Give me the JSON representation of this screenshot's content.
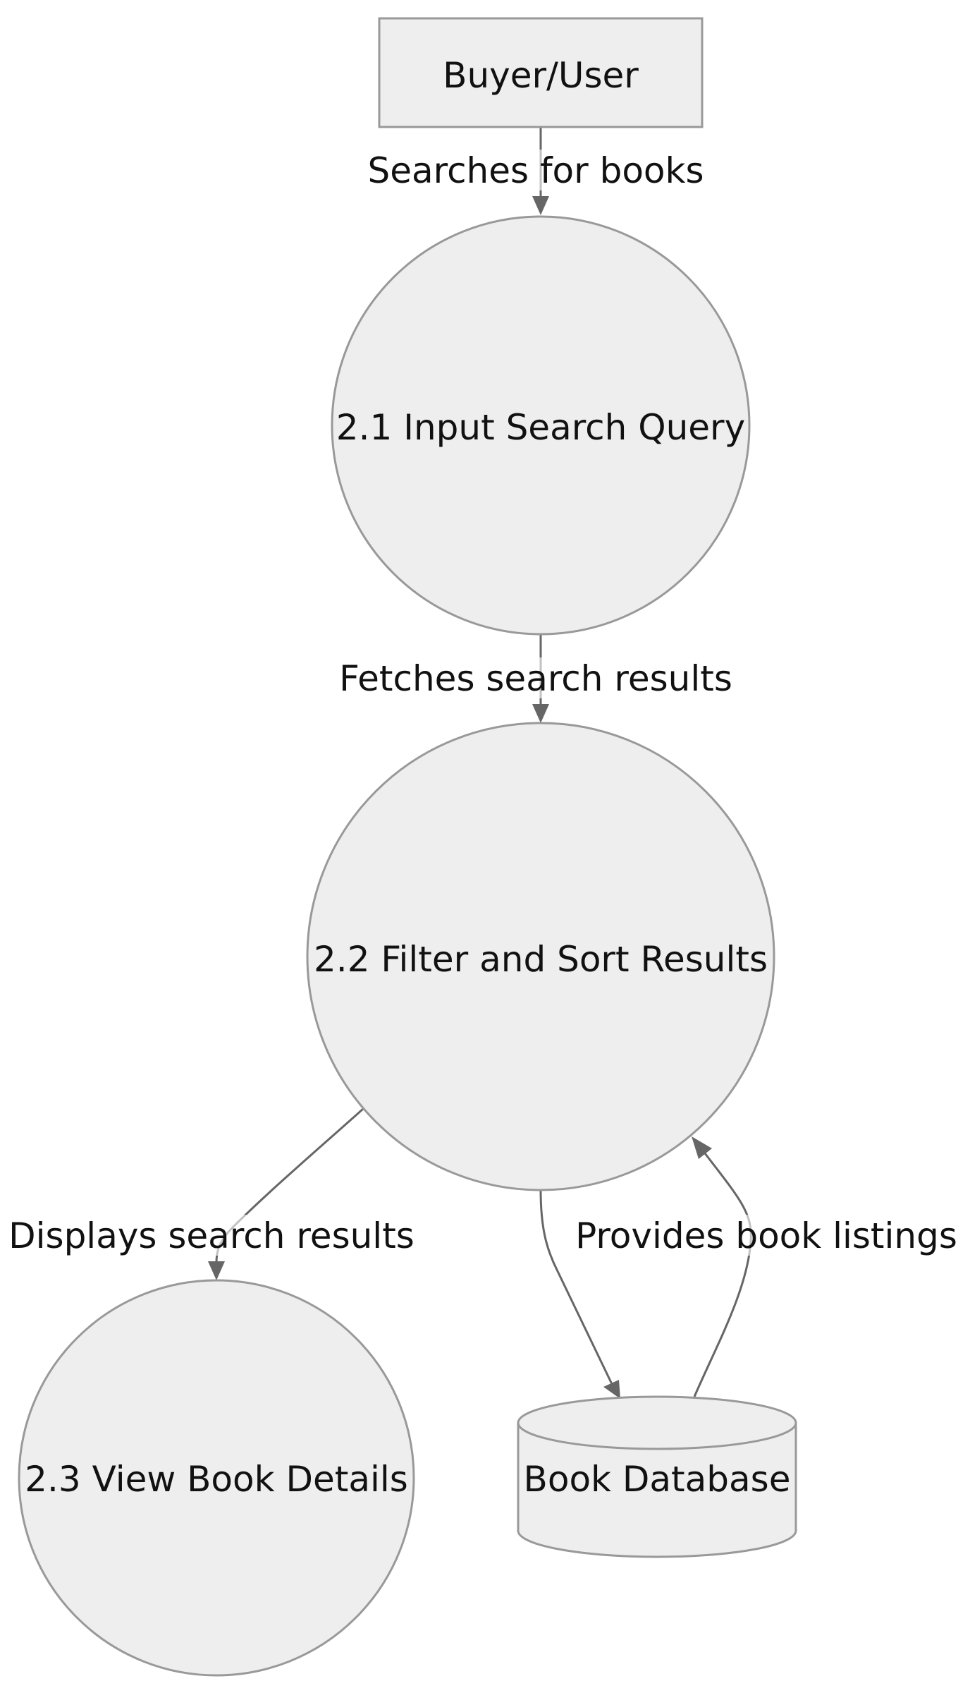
{
  "diagram": {
    "nodes": {
      "buyer": {
        "label": "Buyer/User",
        "shape": "rectangle"
      },
      "input_query": {
        "label": "2.1 Input Search Query",
        "shape": "circle"
      },
      "filter_sort": {
        "label": "2.2 Filter and Sort Results",
        "shape": "circle"
      },
      "view_details": {
        "label": "2.3 View Book Details",
        "shape": "circle"
      },
      "book_db": {
        "label": "Book Database",
        "shape": "cylinder"
      }
    },
    "edges": {
      "searches": {
        "label": "Searches for books",
        "from": "Buyer/User",
        "to": "2.1 Input Search Query"
      },
      "fetches": {
        "label": "Fetches search results",
        "from": "2.1 Input Search Query",
        "to": "2.2 Filter and Sort Results"
      },
      "displays": {
        "label": "Displays search results",
        "from": "2.2 Filter and Sort Results",
        "to": "2.3 View Book Details"
      },
      "queries": {
        "label": "",
        "from": "2.2 Filter and Sort Results",
        "to": "Book Database"
      },
      "provides": {
        "label": "Provides book listings",
        "from": "Book Database",
        "to": "2.2 Filter and Sort Results"
      }
    },
    "colors": {
      "node_fill": "#eeeeee",
      "node_stroke": "#999999",
      "edge_stroke": "#666666",
      "text": "#111111"
    }
  }
}
